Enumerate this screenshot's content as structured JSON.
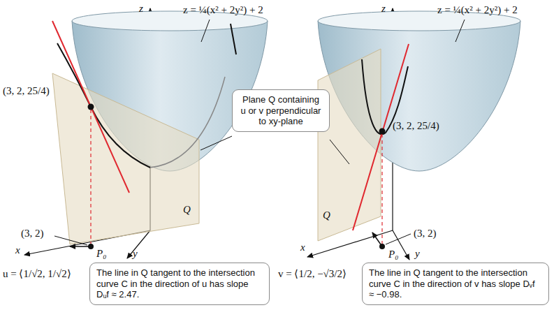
{
  "diagram": {
    "nodes": [
      {
        "text": [
          "Plane Q containing u or v perpendicular to xy-plane"
        ]
      },
      {
        "text": [
          "The line in Q tangent to the intersection curve C in the direction of u has slope Dᵤf ≈ 2.47."
        ]
      },
      {
        "text": [
          "The line in Q tangent to the intersection curve C in the direction of v has slope Dᵥf ≈ −0.98."
        ]
      }
    ],
    "labels": [
      "z",
      "z = ¼(x² + 2y²) + 2",
      "(3, 2, 25/4)",
      "Q",
      "(3, 2)",
      "x",
      "P₀",
      "y",
      "u = ⟨1/√2, 1/√2⟩",
      "z",
      "z = ¼(x² + 2y²) + 2",
      "(3, 2, 25/4)",
      "Q",
      "(3, 2)",
      "x",
      "P₀",
      "y",
      "v = ⟨1/2, −√3/2⟩"
    ]
  }
}
